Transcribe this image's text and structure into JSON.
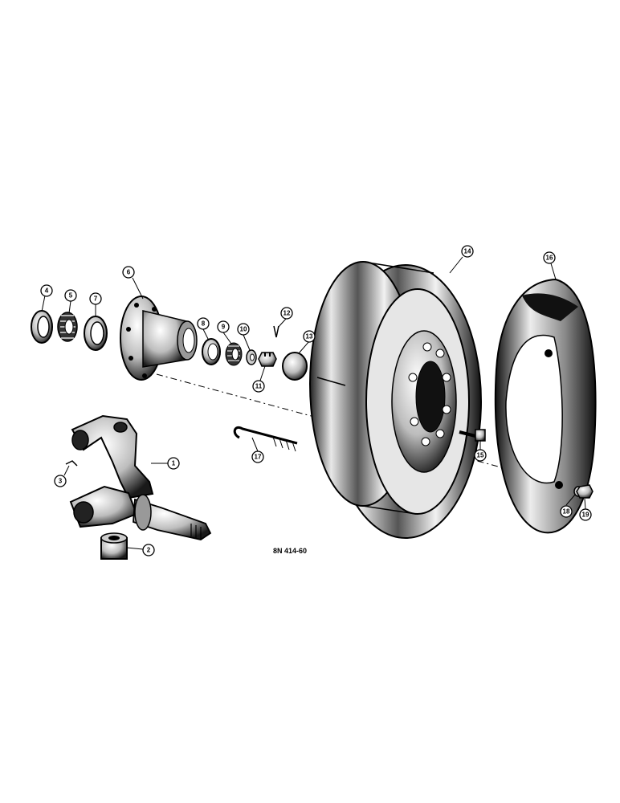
{
  "diagram": {
    "caption": "8N 414-60",
    "callouts": [
      "1",
      "2",
      "3",
      "4",
      "5",
      "6",
      "7",
      "8",
      "9",
      "10",
      "11",
      "12",
      "13",
      "14",
      "15",
      "16",
      "17",
      "18",
      "19"
    ]
  }
}
